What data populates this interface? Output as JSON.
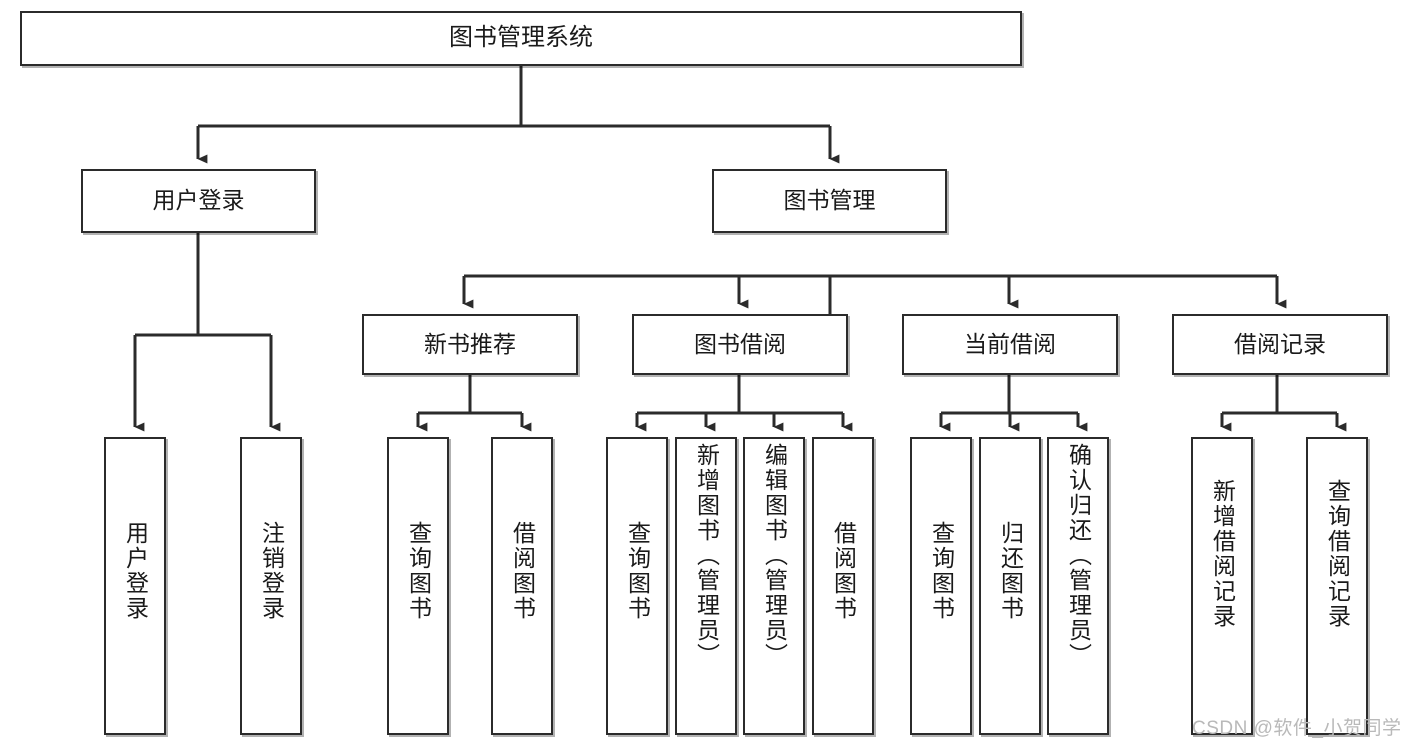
{
  "diagram": {
    "type": "tree-hierarchy",
    "title": "图书管理系统",
    "watermark": "CSDN @软件_小贺同学",
    "colors": {
      "box_border": "#2b2b2b",
      "box_fill": "#ffffff",
      "connector": "#333333",
      "text": "#1a1a1a",
      "watermark": "#b9b9b9"
    },
    "nodes": {
      "root": {
        "label": "图书管理系统",
        "level": 0,
        "orientation": "horizontal"
      },
      "user_login": {
        "label": "用户登录",
        "level": 1,
        "orientation": "horizontal"
      },
      "book_manage": {
        "label": "图书管理",
        "level": 1,
        "orientation": "horizontal"
      },
      "new_book_rec": {
        "label": "新书推荐",
        "level": 2,
        "orientation": "horizontal"
      },
      "book_borrow": {
        "label": "图书借阅",
        "level": 2,
        "orientation": "horizontal"
      },
      "current_borrow": {
        "label": "当前借阅",
        "level": 2,
        "orientation": "horizontal"
      },
      "borrow_record": {
        "label": "借阅记录",
        "level": 2,
        "orientation": "horizontal"
      },
      "leaf_user_login": {
        "label": "用户登录",
        "level": 3,
        "orientation": "vertical",
        "parent": "user_login"
      },
      "leaf_user_logout": {
        "label": "注销登录",
        "level": 3,
        "orientation": "vertical",
        "parent": "user_login"
      },
      "leaf_query_book_1": {
        "label": "查询图书",
        "level": 3,
        "orientation": "vertical",
        "parent": "new_book_rec"
      },
      "leaf_borrow_book_1": {
        "label": "借阅图书",
        "level": 3,
        "orientation": "vertical",
        "parent": "new_book_rec"
      },
      "leaf_query_book_2": {
        "label": "查询图书",
        "level": 3,
        "orientation": "vertical",
        "parent": "book_borrow"
      },
      "leaf_add_book": {
        "label": "新增图书（管理员）",
        "level": 3,
        "orientation": "vertical",
        "parent": "book_borrow"
      },
      "leaf_edit_book": {
        "label": "编辑图书（管理员）",
        "level": 3,
        "orientation": "vertical",
        "parent": "book_borrow"
      },
      "leaf_borrow_book_2": {
        "label": "借阅图书",
        "level": 3,
        "orientation": "vertical",
        "parent": "book_borrow"
      },
      "leaf_query_book_3": {
        "label": "查询图书",
        "level": 3,
        "orientation": "vertical",
        "parent": "current_borrow"
      },
      "leaf_return_book": {
        "label": "归还图书",
        "level": 3,
        "orientation": "vertical",
        "parent": "current_borrow"
      },
      "leaf_confirm_return": {
        "label": "确认归还（管理员）",
        "level": 3,
        "orientation": "vertical",
        "parent": "current_borrow"
      },
      "leaf_add_record": {
        "label": "新增借阅记录",
        "level": 3,
        "orientation": "vertical",
        "parent": "borrow_record"
      },
      "leaf_query_record": {
        "label": "查询借阅记录",
        "level": 3,
        "orientation": "vertical",
        "parent": "borrow_record"
      }
    },
    "edges": [
      {
        "from": "root",
        "to": "user_login"
      },
      {
        "from": "root",
        "to": "book_manage"
      },
      {
        "from": "book_manage",
        "to": "new_book_rec"
      },
      {
        "from": "book_manage",
        "to": "book_borrow"
      },
      {
        "from": "book_manage",
        "to": "current_borrow"
      },
      {
        "from": "book_manage",
        "to": "borrow_record"
      },
      {
        "from": "user_login",
        "to": "leaf_user_login"
      },
      {
        "from": "user_login",
        "to": "leaf_user_logout"
      },
      {
        "from": "new_book_rec",
        "to": "leaf_query_book_1"
      },
      {
        "from": "new_book_rec",
        "to": "leaf_borrow_book_1"
      },
      {
        "from": "book_borrow",
        "to": "leaf_query_book_2"
      },
      {
        "from": "book_borrow",
        "to": "leaf_add_book"
      },
      {
        "from": "book_borrow",
        "to": "leaf_edit_book"
      },
      {
        "from": "book_borrow",
        "to": "leaf_borrow_book_2"
      },
      {
        "from": "current_borrow",
        "to": "leaf_query_book_3"
      },
      {
        "from": "current_borrow",
        "to": "leaf_return_book"
      },
      {
        "from": "current_borrow",
        "to": "leaf_confirm_return"
      },
      {
        "from": "borrow_record",
        "to": "leaf_add_record"
      },
      {
        "from": "borrow_record",
        "to": "leaf_query_record"
      }
    ]
  }
}
